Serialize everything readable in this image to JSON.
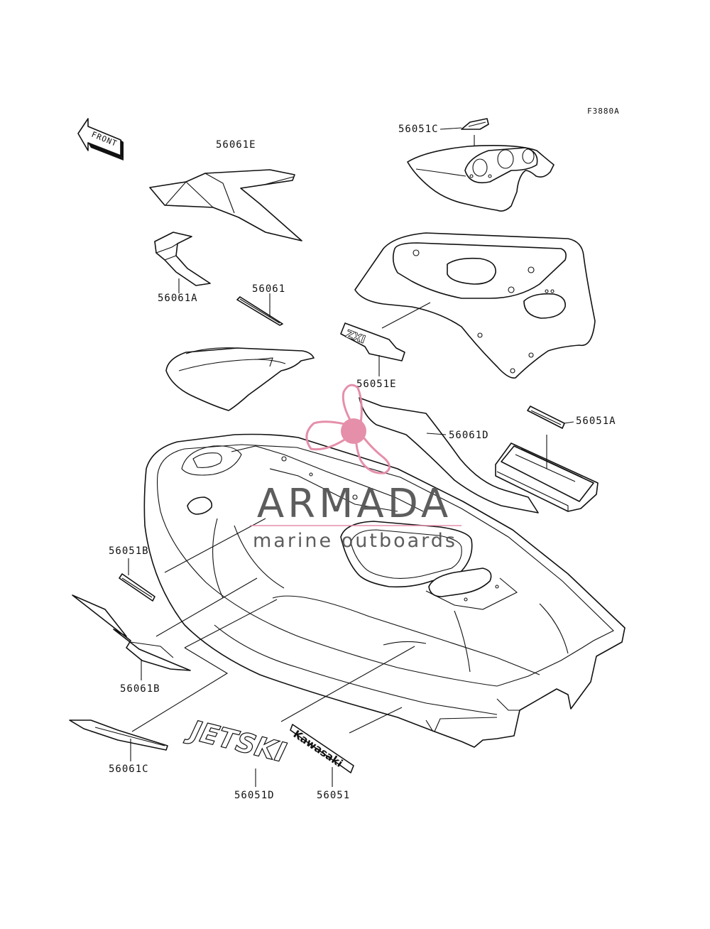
{
  "figure_code": "F3880A",
  "front_arrow_text": "FRONT",
  "callouts": {
    "56061E": "56061E",
    "56051C": "56051C",
    "56061A": "56061A",
    "56061": "56061",
    "56051E": "56051E",
    "56061D": "56061D",
    "56051A": "56051A",
    "56051B": "56051B",
    "56061B": "56061B",
    "56061C": "56061C",
    "56051D": "56051D",
    "56051": "56051"
  },
  "decal_text": {
    "jetski": "JETSKI",
    "kawasaki": "Kawasaki"
  },
  "watermark": {
    "brand": "ARMADA",
    "tagline": "marine outboards",
    "logo_color": "#e48aa6",
    "text_color": "#555555",
    "rule_color": "#e48aa6"
  }
}
